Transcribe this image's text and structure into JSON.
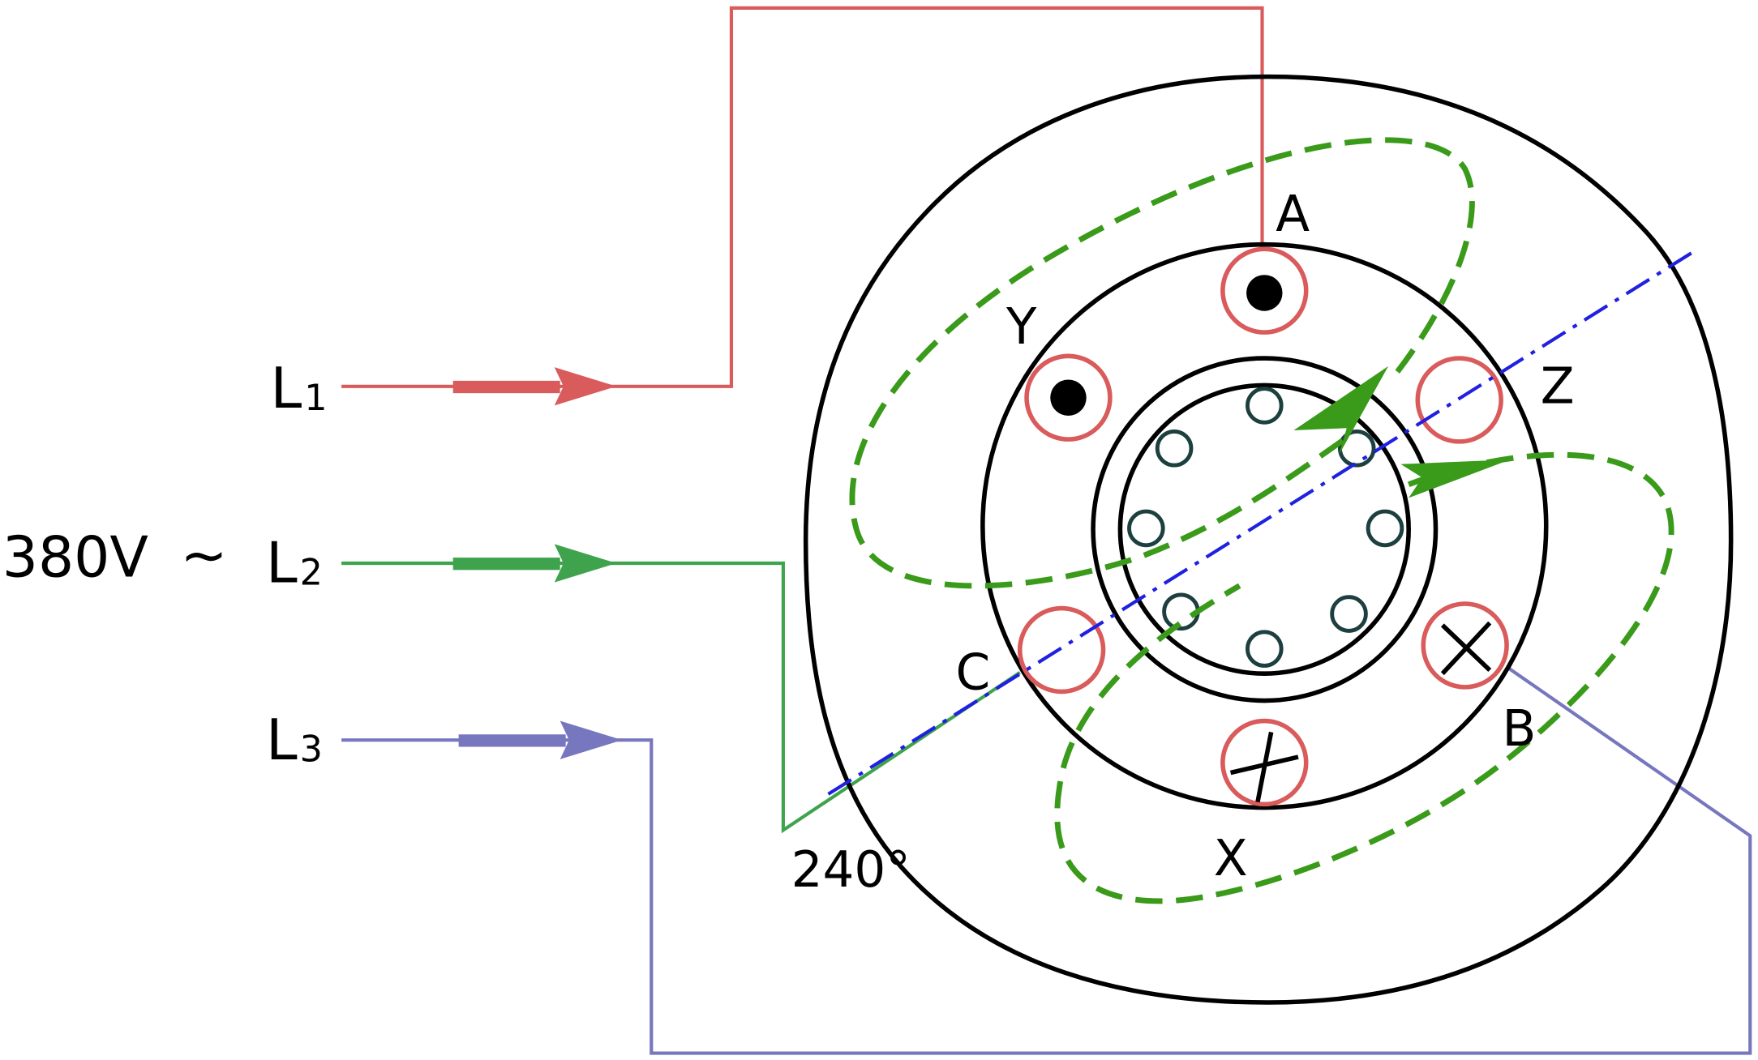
{
  "supply": {
    "voltage": "380V",
    "ac_symbol": "∼"
  },
  "lines": [
    {
      "letter": "L",
      "sub": "1",
      "color": "#d95b5b"
    },
    {
      "letter": "L",
      "sub": "2",
      "color": "#3fa34d"
    },
    {
      "letter": "L",
      "sub": "3",
      "color": "#7777c0"
    }
  ],
  "slots": {
    "A": "A",
    "B": "B",
    "C": "C",
    "X": "X",
    "Y": "Y",
    "Z": "Z"
  },
  "angle_label": "240°",
  "colors": {
    "flux": "#3a9a1a",
    "axis": "#2020e0",
    "rotor_bar": "#1d3f3f",
    "slot": "#d95b5b"
  }
}
